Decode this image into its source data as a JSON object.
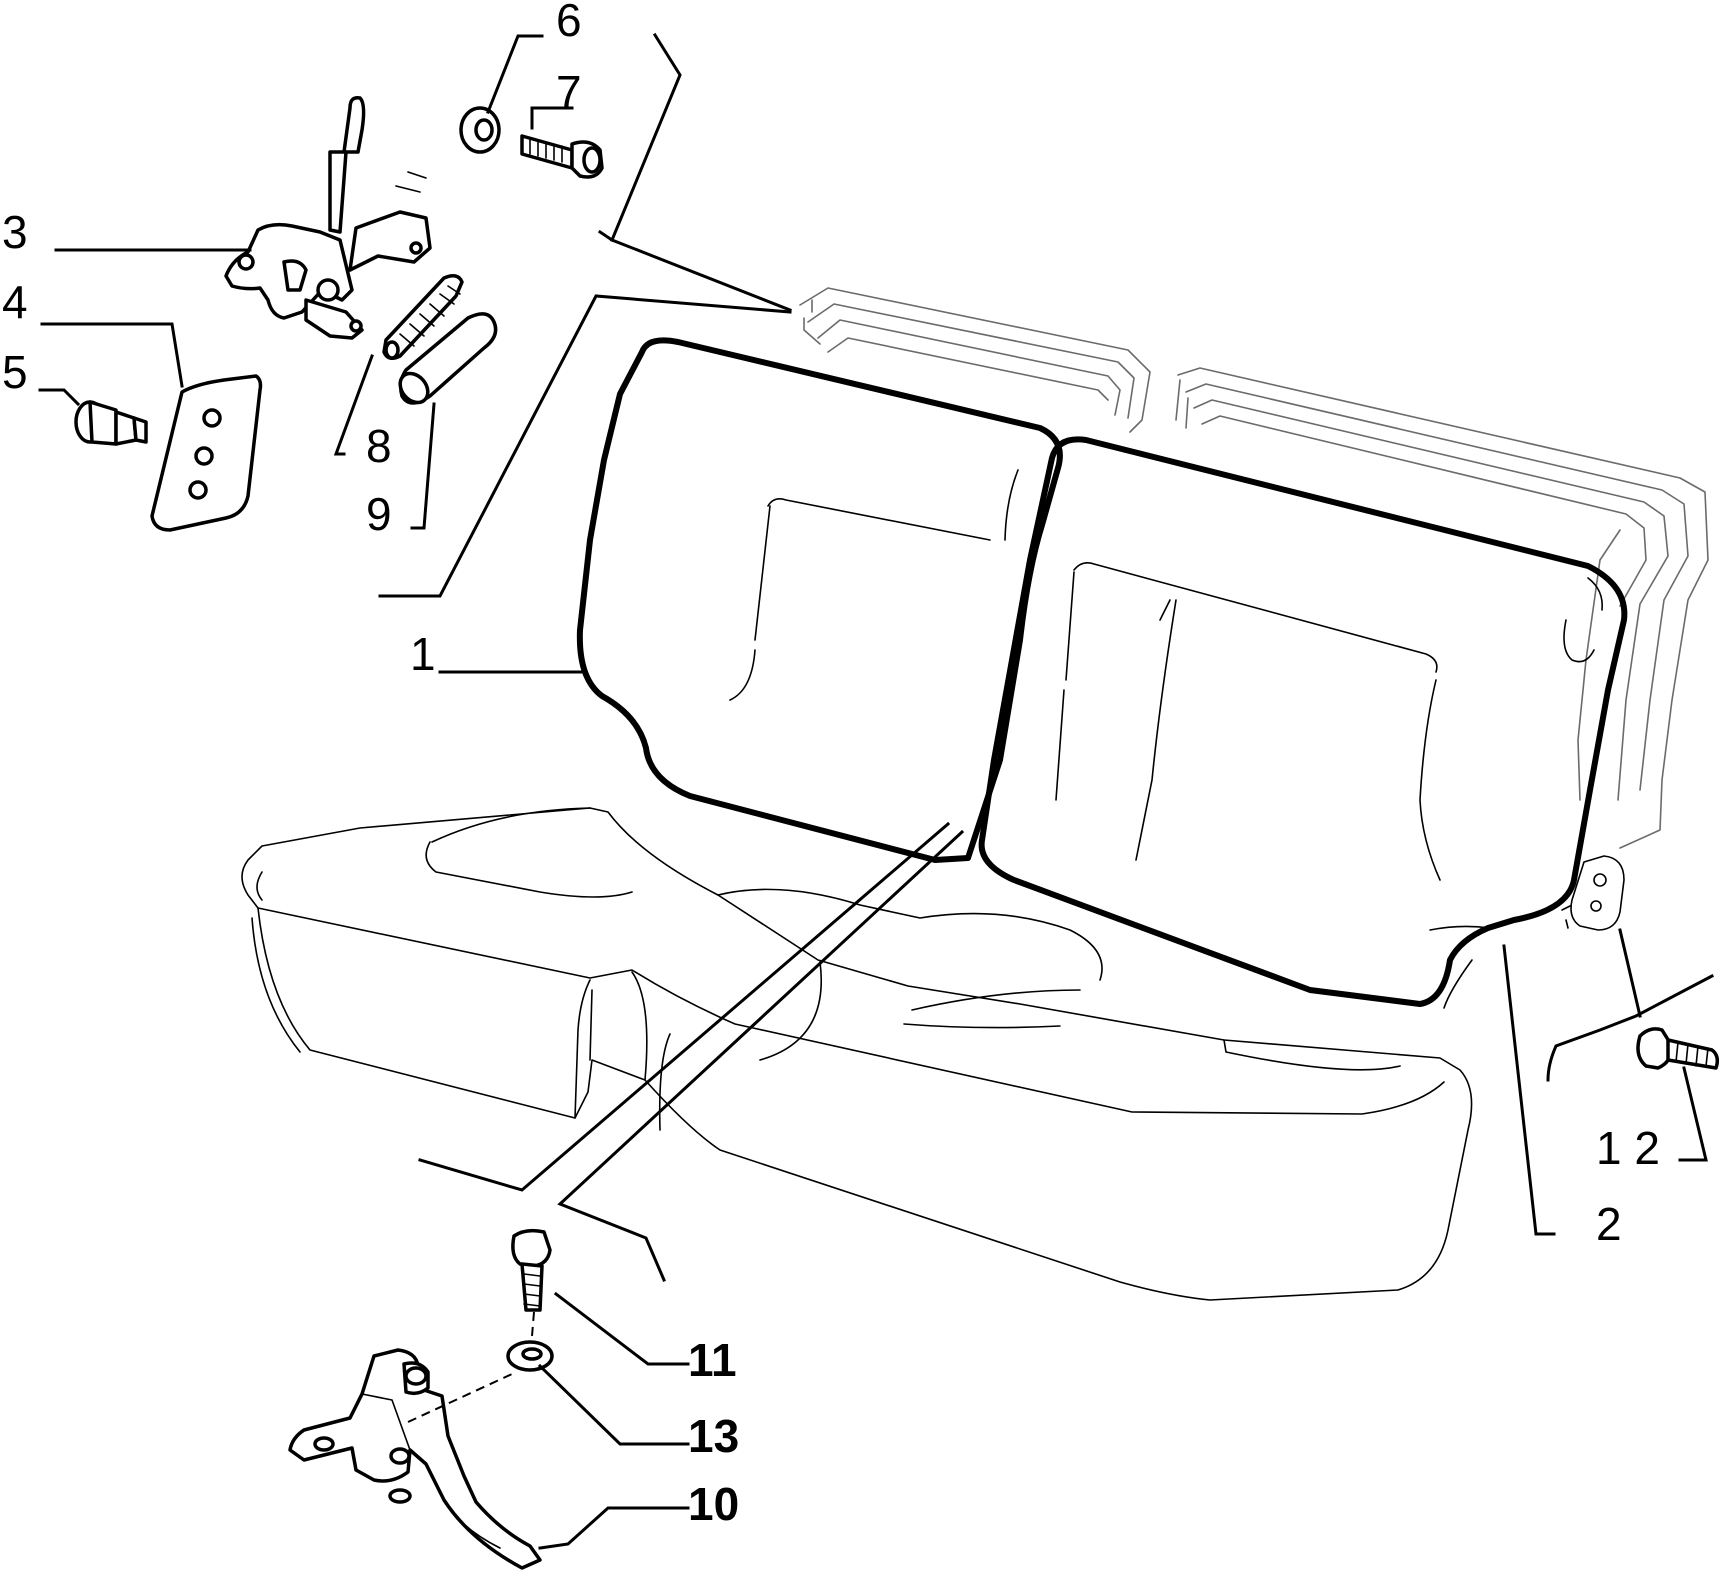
{
  "callouts": {
    "c1": "1",
    "c2": "2",
    "c3": "3",
    "c4": "4",
    "c5": "5",
    "c6": "6",
    "c7": "7",
    "c8": "8",
    "c9": "9",
    "c10": "10",
    "c11": "11",
    "c12": "1 2",
    "c13": "13"
  },
  "parts": [
    "seat-backrest-left",
    "seat-backrest-right",
    "release-lever",
    "mounting-plate",
    "pivot-pin",
    "washer",
    "screw",
    "spring",
    "bushing",
    "hinge-bracket",
    "bolt",
    "bolt",
    "washer"
  ]
}
